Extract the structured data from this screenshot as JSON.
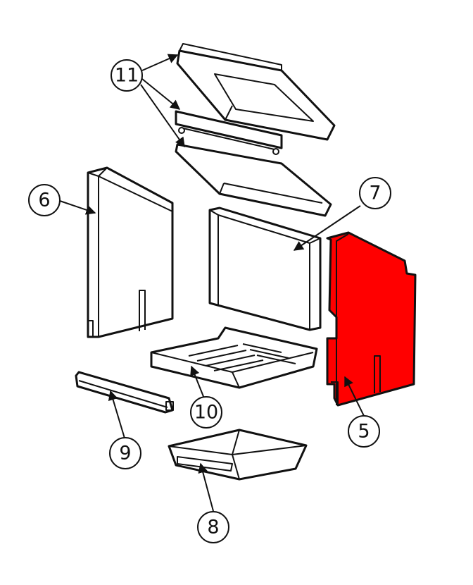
{
  "highlight_color": "#ff0000",
  "callouts": {
    "c11": "11",
    "c6": "6",
    "c7": "7",
    "c5": "5",
    "c10": "10",
    "c9": "9",
    "c8": "8"
  },
  "highlighted_part": "5"
}
